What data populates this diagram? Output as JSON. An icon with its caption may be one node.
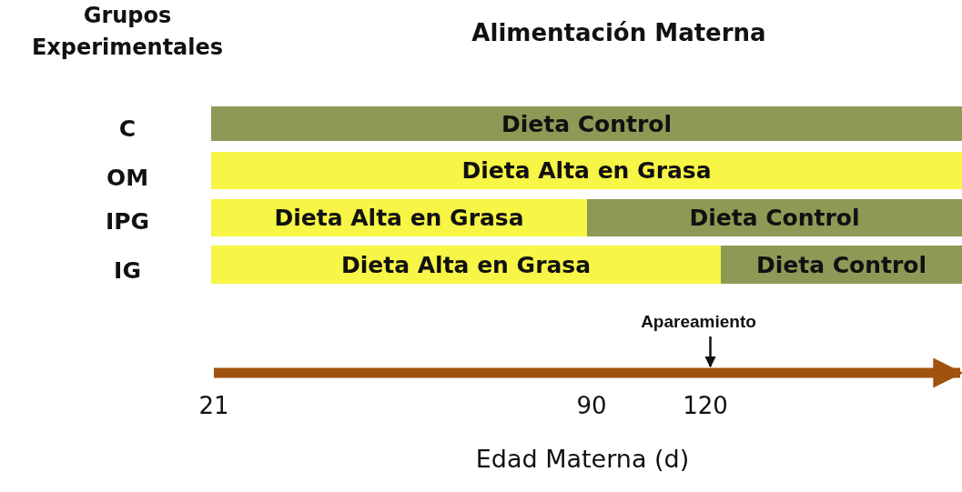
{
  "diagram": {
    "title": "Alimentación Materna",
    "nodes": [
      {
        "text": [
          "Dieta Control"
        ]
      },
      {
        "text": [
          "Dieta Alta en Grasa"
        ]
      },
      {
        "text": [
          "Dieta Alta en Grasa"
        ]
      },
      {
        "text": [
          "Dieta Control"
        ]
      },
      {
        "text": [
          "Dieta Alta en Grasa"
        ]
      },
      {
        "text": [
          "Dieta Control"
        ]
      },
      {
        "text": [
          "Apareamiento"
        ]
      },
      {
        "text": [],
        "shape": "arrow"
      }
    ],
    "edges": [
      {
        "from": 6,
        "to": 7,
        "arrow": "to"
      }
    ],
    "labels": [
      "Grupos Experimentales",
      "C",
      "OM",
      "IPG",
      "IG",
      "21",
      "90",
      "120",
      "Edad Materna (d)"
    ]
  }
}
